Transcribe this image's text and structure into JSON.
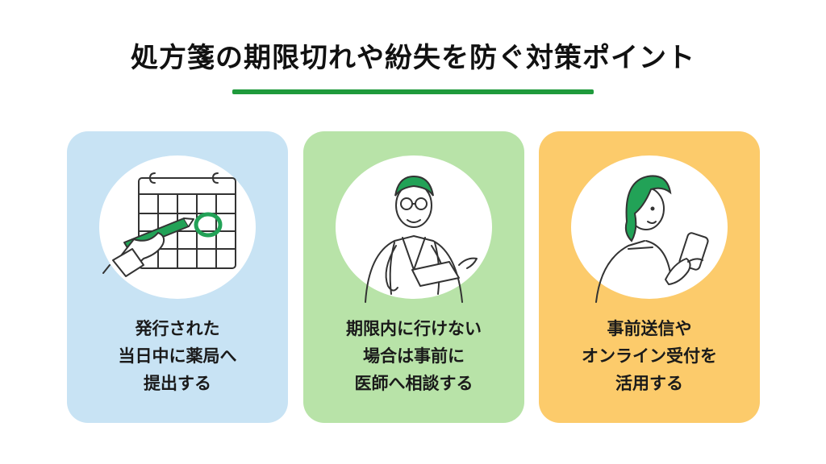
{
  "title": "処方箋の期限切れや紛失を防ぐ対策ポイント",
  "colors": {
    "accent": "#1f9a3c",
    "illustration_green": "#22a257",
    "card1_bg": "#c8e3f4",
    "card2_bg": "#b8e3a8",
    "card3_bg": "#fccb6b"
  },
  "cards": [
    {
      "icon": "calendar-pen-icon",
      "lines": [
        "発行された",
        "当日中に薬局へ",
        "提出する"
      ]
    },
    {
      "icon": "doctor-icon",
      "lines": [
        "期限内に行けない",
        "場合は事前に",
        "医師へ相談する"
      ]
    },
    {
      "icon": "person-smartphone-icon",
      "lines": [
        "事前送信や",
        "オンライン受付を",
        "活用する"
      ]
    }
  ]
}
